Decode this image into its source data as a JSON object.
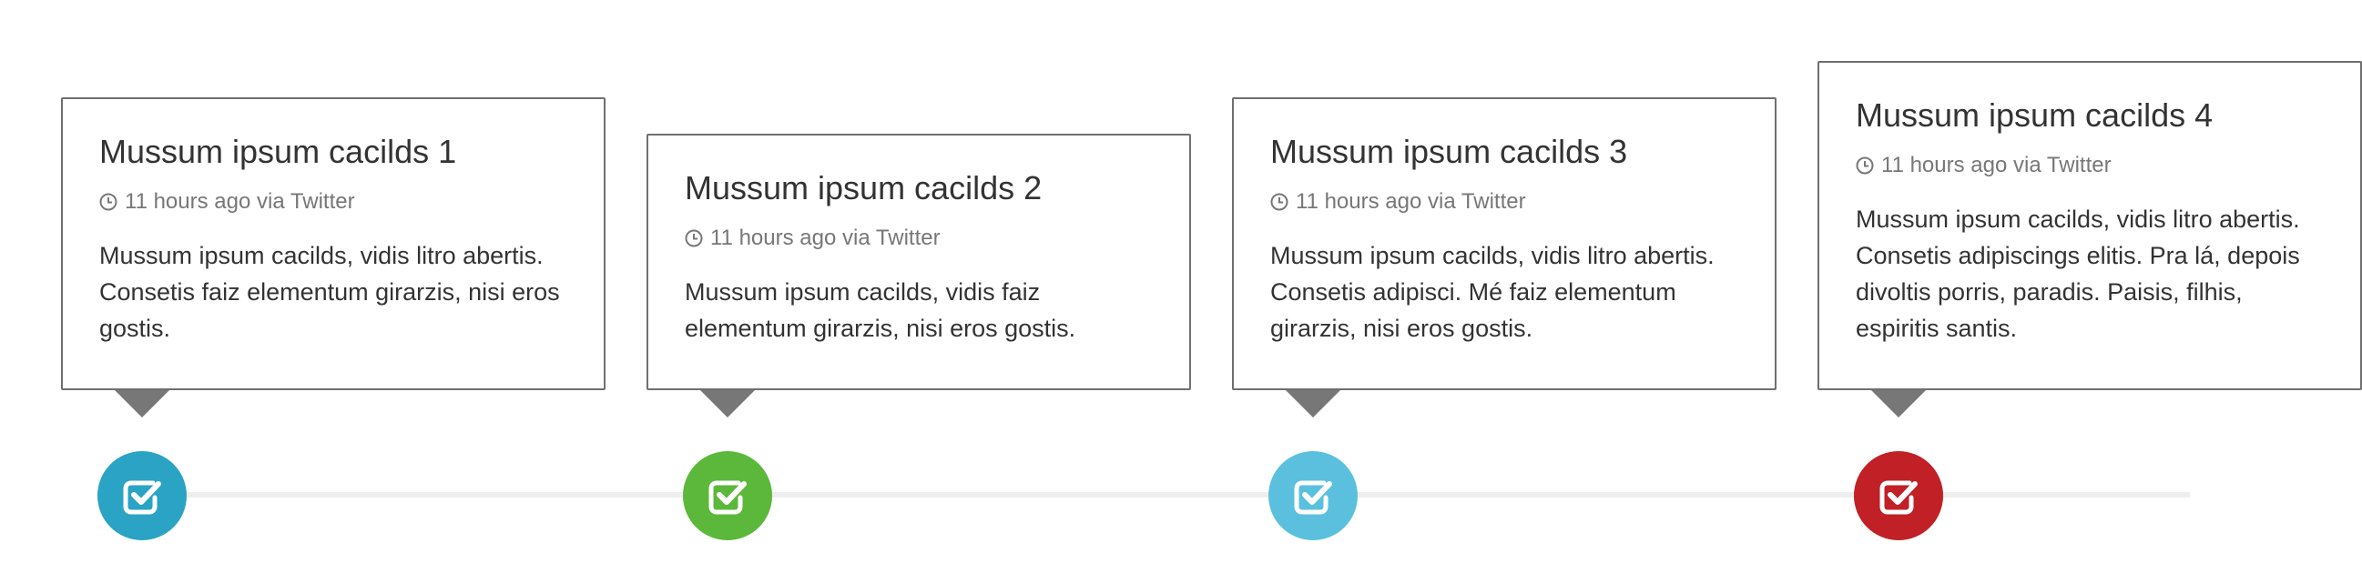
{
  "cards": [
    {
      "title": "Mussum ipsum cacilds 1",
      "meta": "11 hours ago via Twitter",
      "body": "Mussum ipsum cacilds, vidis litro abertis. Consetis faiz elementum girarzis, nisi eros gostis.",
      "badge_color": "#2aa3c4",
      "icon": "check-square-icon"
    },
    {
      "title": "Mussum ipsum cacilds 2",
      "meta": "11 hours ago via Twitter",
      "body": "Mussum ipsum cacilds, vidis faiz elementum girarzis, nisi eros gostis.",
      "badge_color": "#5cb83a",
      "icon": "check-square-icon"
    },
    {
      "title": "Mussum ipsum cacilds 3",
      "meta": "11 hours ago via Twitter",
      "body": "Mussum ipsum cacilds, vidis litro abertis. Consetis adipisci. Mé faiz elementum girarzis, nisi eros gostis.",
      "badge_color": "#5bc0de",
      "icon": "check-square-icon"
    },
    {
      "title": "Mussum ipsum cacilds 4",
      "meta": "11 hours ago via Twitter",
      "body": "Mussum ipsum cacilds, vidis litro abertis. Consetis adipiscings elitis. Pra lá, depois divoltis porris, paradis. Paisis, filhis, espiritis santis.",
      "badge_color": "#c02026",
      "icon": "check-square-icon"
    }
  ],
  "icons": {
    "meta": "clock-icon",
    "pointer": "caret-down-icon"
  },
  "colors": {
    "card_border": "#6f6f6f",
    "pointer": "#777777",
    "timeline_line": "#eeeeee",
    "meta_text": "#777777",
    "text": "#333333"
  }
}
